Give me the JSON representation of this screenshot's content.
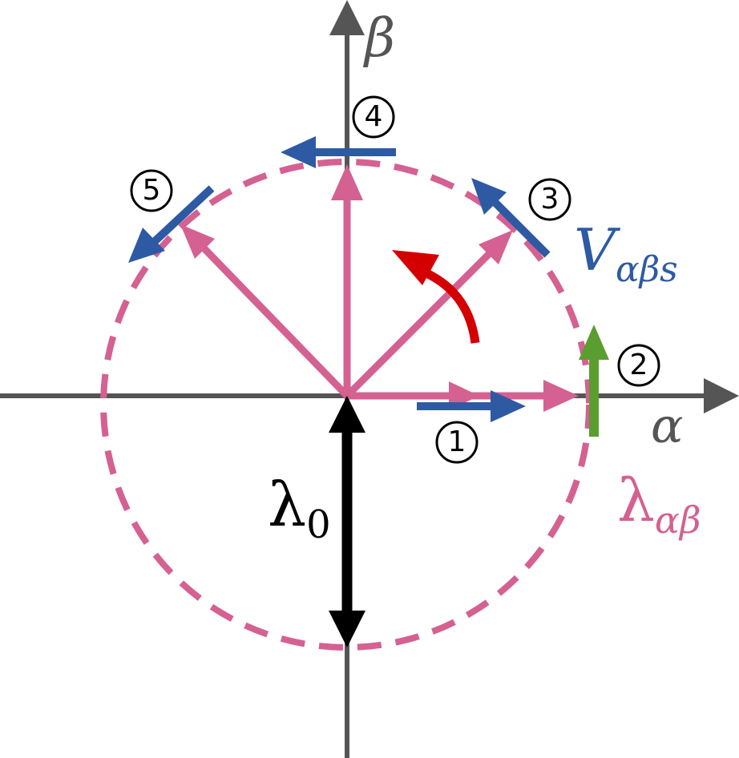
{
  "axes": {
    "alpha_label": "α",
    "beta_label": "β"
  },
  "labels": {
    "lambda_alphabeta_main": "λ",
    "lambda_alphabeta_sub": "αβ",
    "lambda0_main": "λ",
    "lambda0_sub": "0",
    "v_alphabeta_s_main": "V",
    "v_alphabeta_s_sub": "αβs"
  },
  "step_markers": [
    "①",
    "②",
    "③",
    "④",
    "⑤"
  ],
  "colors": {
    "axis": "#555555",
    "flux_pink": "#d46191",
    "voltage_blue": "#2e5aa3",
    "green_arrow": "#5a9e2f",
    "rotation_red": "#d40000",
    "lambda0_black": "#000000"
  }
}
